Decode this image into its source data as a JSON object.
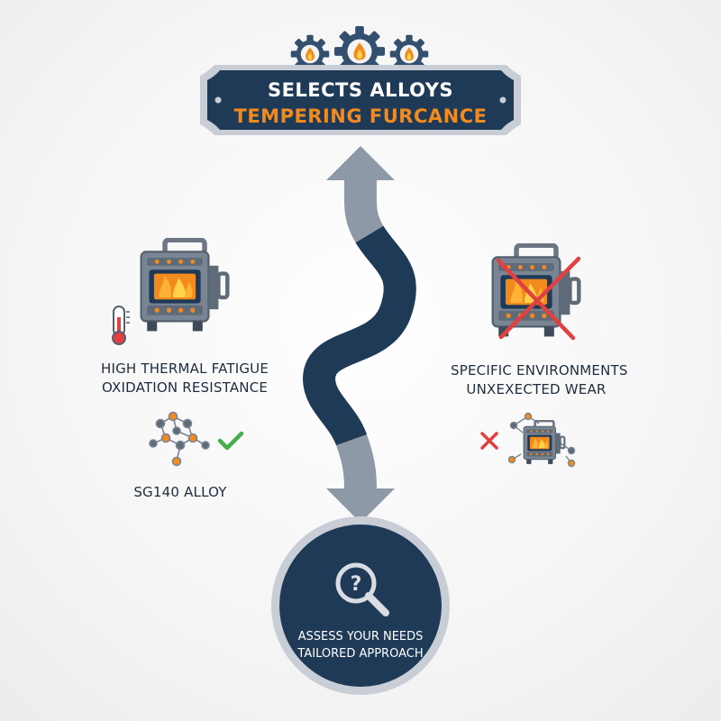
{
  "banner": {
    "line1": "SELECTS ALLOYS",
    "line2": "TEMPERING FURCANCE"
  },
  "left_panel": {
    "line1": "HIGH THERMAL FATIGUE",
    "line2": "OXIDATION RESISTANCE",
    "alloy_label": "SG140 ALLOY"
  },
  "right_panel": {
    "line1": "SPECIFIC ENVIRONMENTS",
    "line2": "UNXEXECTED WEAR"
  },
  "assess": {
    "line1": "ASSESS YOUR NEEDS",
    "line2": "TAILORED APPROACH"
  },
  "colors": {
    "navy": "#1e3a56",
    "slate": "#8e99a8",
    "orange": "#f28a1e",
    "red": "#e04040",
    "green": "#45b04a"
  },
  "icons": [
    "gear-flame-icon",
    "furnace-icon",
    "thermometer-icon",
    "network-icon",
    "check-icon",
    "cross-icon",
    "magnifier-question-icon"
  ]
}
